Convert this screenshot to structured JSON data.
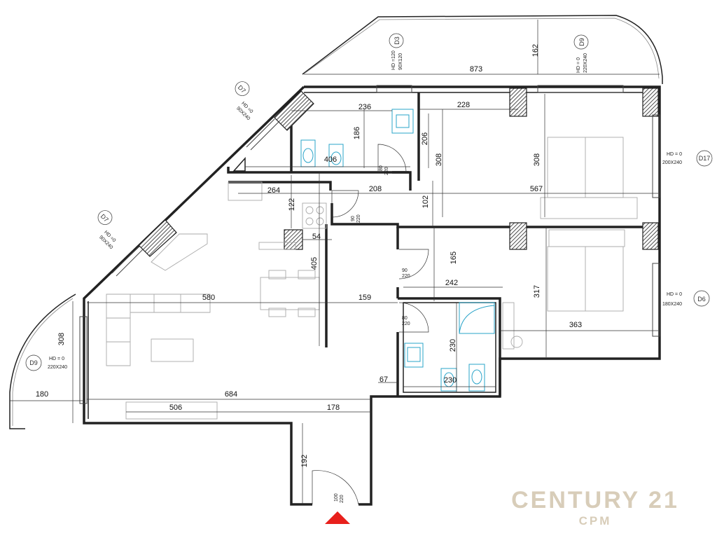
{
  "dimensions": {
    "d873": "873",
    "d162": "162",
    "d236": "236",
    "d228": "228",
    "d186": "186",
    "d206": "206",
    "d406": "406",
    "d308a": "308",
    "d308b": "308",
    "d264": "264",
    "d122": "122",
    "d208": "208",
    "d102": "102",
    "d567": "567",
    "d54": "54",
    "d405": "405",
    "d165": "165",
    "d242": "242",
    "d317": "317",
    "d580": "580",
    "d159": "159",
    "d363": "363",
    "d308c": "308",
    "d230a": "230",
    "d230b": "230",
    "d67": "67",
    "d180": "180",
    "d684": "684",
    "d506": "506",
    "d178": "178",
    "d192": "192"
  },
  "doors": {
    "wc_top_w": "80",
    "wc_top_h": "220",
    "hall_w": "90",
    "hall_h": "220",
    "room_w": "90",
    "room_h": "220",
    "bath_w": "80",
    "bath_h": "220",
    "entry_w": "100",
    "entry_h": "220"
  },
  "windows": {
    "d3_id": "D3",
    "d3_hd": "HD =120",
    "d3_size": "90X120",
    "d9top_id": "D9",
    "d9top_hd": "HD = 0",
    "d9top_size": "220X240",
    "d17_id": "D17",
    "d17_hd": "HD = 0",
    "d17_size": "200X240",
    "d6_id": "D6",
    "d6_hd": "HD = 0",
    "d6_size": "180X240",
    "d7a_id": "D7",
    "d7a_hd": "HD =0",
    "d7a_size": "90X240",
    "d7b_id": "D7",
    "d7b_hd": "HD =0",
    "d7b_size": "90X240",
    "d9left_id": "D9",
    "d9left_hd": "HD = 0",
    "d9left_size": "220X240"
  },
  "logo": {
    "brand": "CENTURY 21",
    "sub": "CPM"
  },
  "colors": {
    "entry_marker": "#e8201c",
    "fixtures": "#2aa4c9",
    "logo": "#d8cdb9"
  },
  "icons": {
    "entry": "entry-arrow-icon"
  }
}
